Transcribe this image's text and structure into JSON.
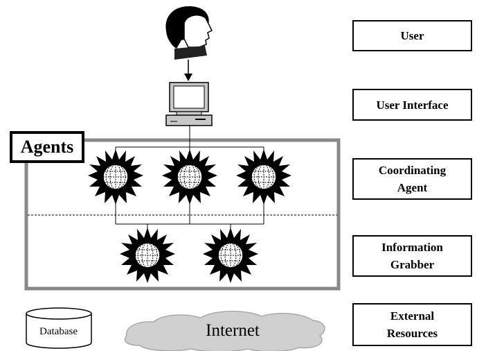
{
  "layers": [
    {
      "id": "user",
      "label": "User"
    },
    {
      "id": "user-interface",
      "label": "User Interface"
    },
    {
      "id": "coordinating-agent",
      "label": "Coordinating Agent",
      "lines": [
        "Coordinating",
        "Agent"
      ]
    },
    {
      "id": "information-grabber",
      "label": "Information Grabber",
      "lines": [
        "Information",
        "Grabber"
      ]
    },
    {
      "id": "external-resources",
      "label": "External Resources",
      "lines": [
        "External",
        "Resources"
      ]
    }
  ],
  "agents_title": "Agents",
  "database_label": "Database",
  "internet_label": "Internet",
  "icons": [
    "user-head-icon",
    "computer-icon",
    "globe-agent-icon",
    "database-icon",
    "cloud-icon"
  ],
  "colors": {
    "frame": "#888888",
    "cloud": "#d0d0d0",
    "ink": "#000000",
    "monitor": "#c8c8c8"
  }
}
